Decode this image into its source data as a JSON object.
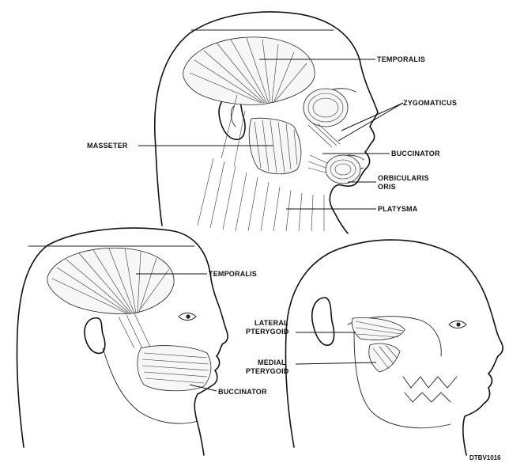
{
  "figure_id": "DTBV1016",
  "top_view": {
    "labels": {
      "temporalis": "TEMPORALIS",
      "zygomaticus": "ZYGOMATICUS",
      "masseter": "MASSETER",
      "buccinator": "BUCCINATOR",
      "orbicularis_line1": "ORBICULARIS",
      "orbicularis_line2": "ORIS",
      "platysma": "PLATYSMA"
    }
  },
  "lower_left_view": {
    "labels": {
      "temporalis": "TEMPORALIS",
      "buccinator": "BUCCINATOR"
    }
  },
  "lower_right_view": {
    "labels": {
      "lateral_pterygoid_line1": "LATERAL",
      "lateral_pterygoid_line2": "PTERYGOID",
      "medial_pterygoid_line1": "MEDIAL",
      "medial_pterygoid_line2": "PTERYGOID"
    }
  }
}
